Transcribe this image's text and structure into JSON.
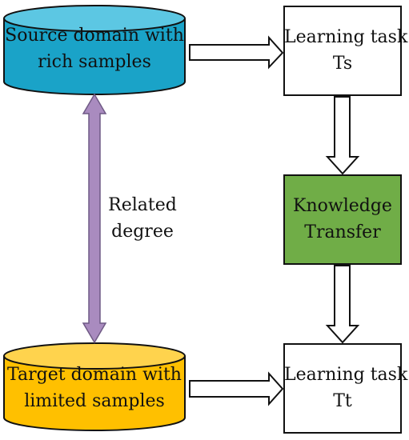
{
  "source_domain": {
    "line1": "Source domain with",
    "line2": "rich samples",
    "color": "#1aa3c8"
  },
  "target_domain": {
    "line1": "Target domain with",
    "line2": "limited samples",
    "color": "#ffc000"
  },
  "task_source": {
    "line1": "Learning task",
    "line2": "Ts"
  },
  "task_target": {
    "line1": "Learning task",
    "line2": "Tt"
  },
  "knowledge_transfer": {
    "line1": "Knowledge",
    "line2": "Transfer",
    "color": "#70ad47"
  },
  "related_degree": {
    "line1": "Related",
    "line2": "degree",
    "arrow_color": "#a98bbf"
  }
}
